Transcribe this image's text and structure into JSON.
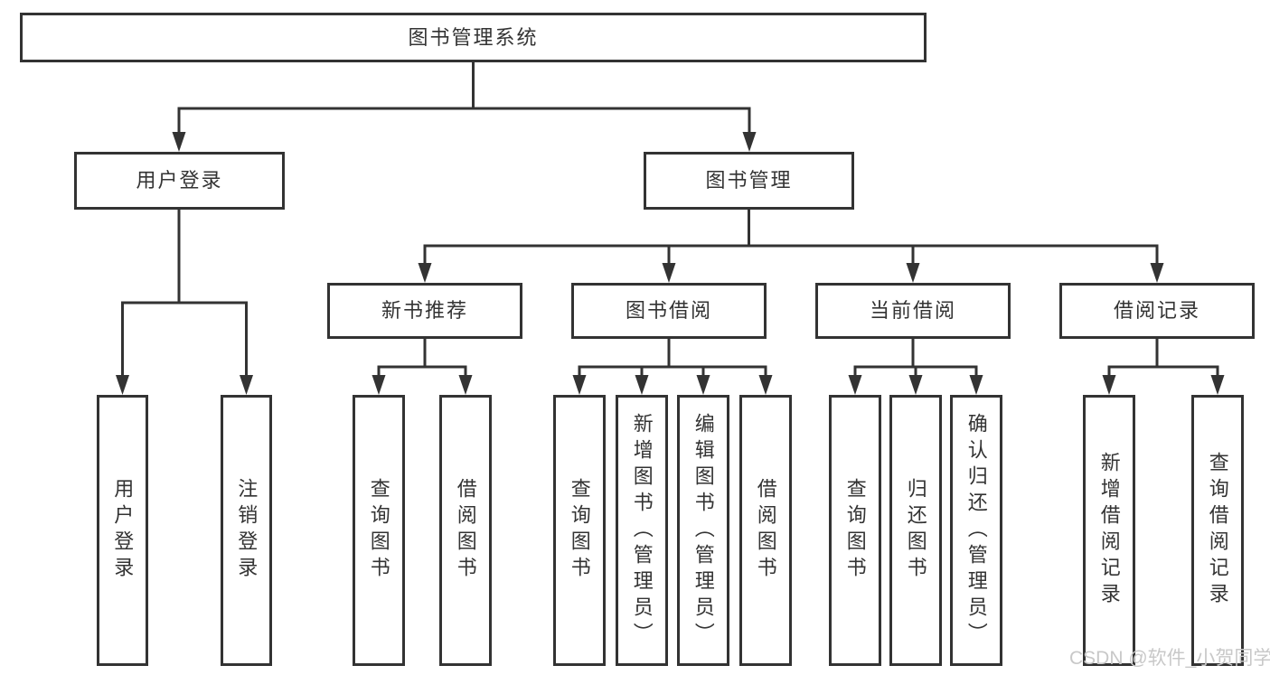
{
  "nodes": {
    "root": "图书管理系统",
    "user_login": "用户登录",
    "book_mgmt": "图书管理",
    "new_book_rec": "新书推荐",
    "book_borrow": "图书借阅",
    "current_borrow": "当前借阅",
    "borrow_record": "借阅记录",
    "leaf_user_login": "用户登录",
    "leaf_logout": "注销登录",
    "leaf_nbr_query_book": "查询图书",
    "leaf_nbr_borrow_book": "借阅图书",
    "leaf_bb_query_book": "查询图书",
    "leaf_bb_add_book": "新增图书（管理员）",
    "leaf_bb_edit_book": "编辑图书（管理员）",
    "leaf_bb_borrow_book": "借阅图书",
    "leaf_cb_query_book": "查询图书",
    "leaf_cb_return_book": "归还图书",
    "leaf_cb_confirm_return": "确认归还（管理员）",
    "leaf_br_add_record": "新增借阅记录",
    "leaf_br_query_record": "查询借阅记录"
  },
  "watermark": "CSDN @软件_小贺同学",
  "colors": {
    "line": "#333333",
    "box_border": "#333333",
    "text": "#333333",
    "watermark": "#c8c8c8",
    "background": "#ffffff"
  }
}
